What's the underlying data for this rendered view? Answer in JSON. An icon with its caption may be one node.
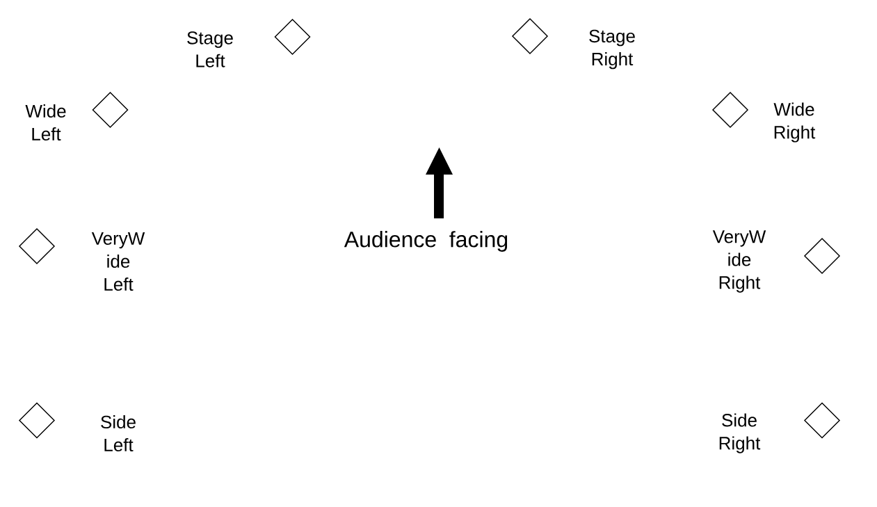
{
  "diagram": {
    "nodes": [
      {
        "text": [],
        "shape": "diamond",
        "beside": [
          "Stage Left"
        ]
      },
      {
        "text": [],
        "shape": "diamond",
        "beside": [
          "Stage Right"
        ]
      },
      {
        "text": [],
        "shape": "diamond",
        "beside": [
          "Wide Left"
        ]
      },
      {
        "text": [],
        "shape": "diamond",
        "beside": [
          "Wide Right"
        ]
      },
      {
        "text": [],
        "shape": "diamond",
        "beside": [
          "VeryW ide Left"
        ]
      },
      {
        "text": [],
        "shape": "diamond",
        "beside": [
          "VeryW ide Right"
        ]
      },
      {
        "text": [],
        "shape": "diamond",
        "beside": [
          "Side Left"
        ]
      },
      {
        "text": [],
        "shape": "diamond",
        "beside": [
          "Side Right"
        ]
      }
    ],
    "labels": [
      "Audience facing"
    ]
  }
}
